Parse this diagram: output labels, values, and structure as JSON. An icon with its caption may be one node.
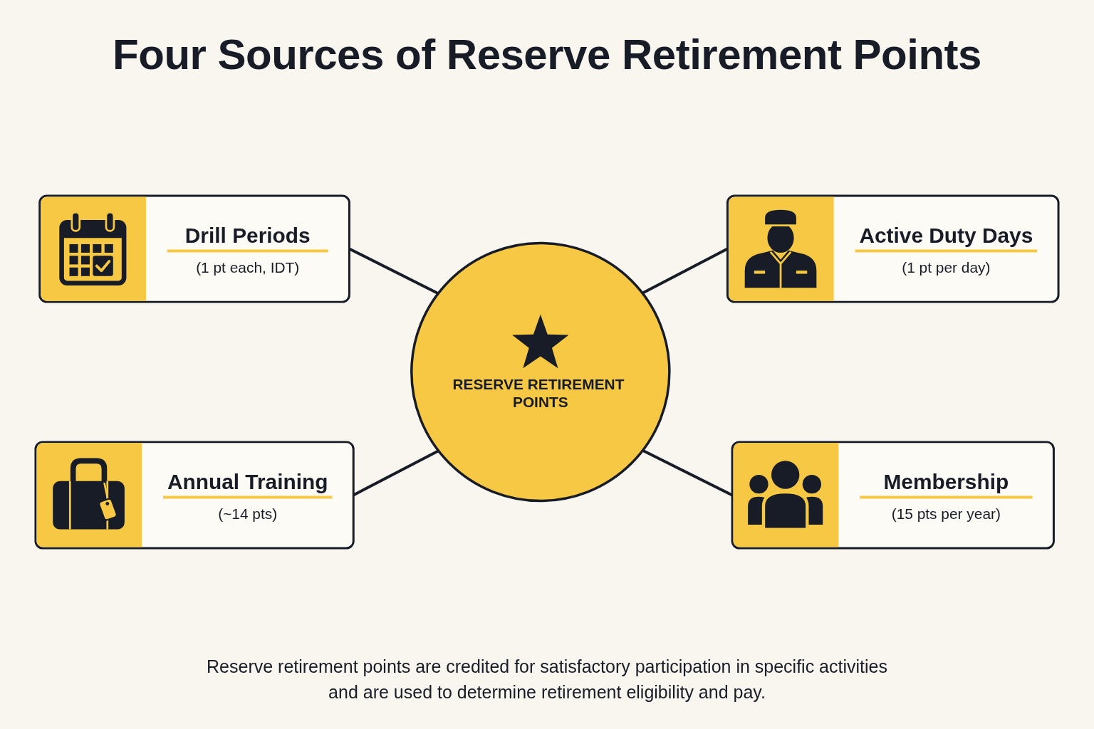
{
  "diagram": {
    "title": "Four Sources of Reserve Retirement Points",
    "nodes": [
      {
        "text": [
          "Drill Periods",
          "(1 pt each, IDT)"
        ]
      },
      {
        "text": [
          "Active Duty Days",
          "(1 pt per day)"
        ]
      },
      {
        "text": [
          "RESERVE RETIREMENT POINTS"
        ]
      },
      {
        "text": [
          "Annual Training",
          "(~14 pts)"
        ]
      },
      {
        "text": [
          "Membership",
          "(15 pts per year)"
        ]
      }
    ],
    "edges": [
      {
        "from": 0,
        "to": 2,
        "arrow": "none"
      },
      {
        "from": 2,
        "to": 1,
        "arrow": "none"
      },
      {
        "from": 3,
        "to": 2,
        "arrow": "none"
      },
      {
        "from": 2,
        "to": 4,
        "arrow": "none"
      }
    ],
    "caption": "Reserve retirement points are credited for satisfactory participation in specific activities and are used to determine retirement eligibility and pay."
  }
}
